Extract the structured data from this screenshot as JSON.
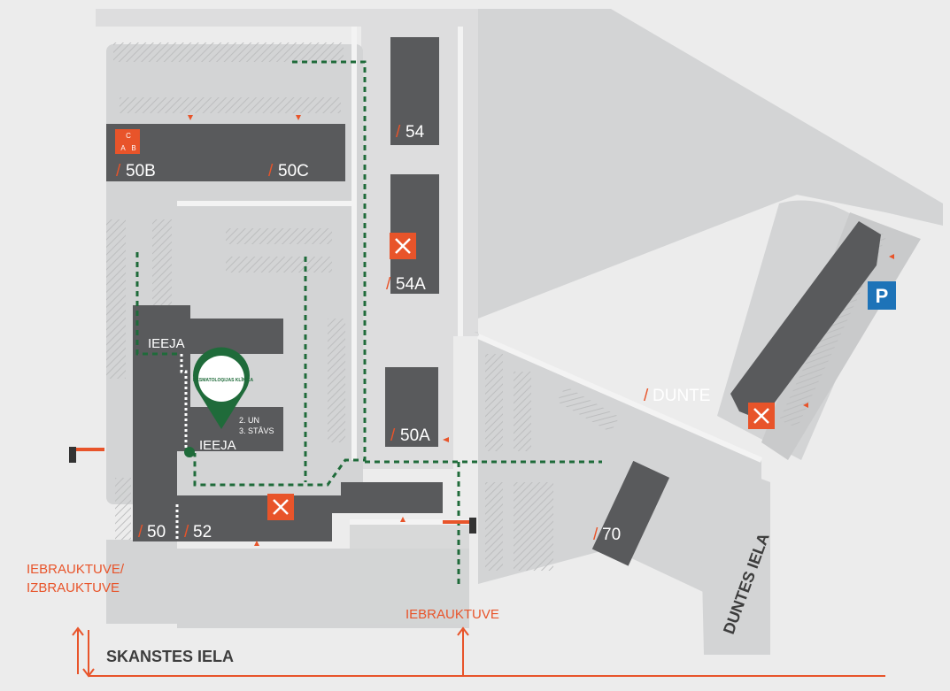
{
  "buildings": {
    "b50b": "50B",
    "b50c": "50C",
    "b54": "54",
    "b54a": "54A",
    "b50a": "50A",
    "b50": "50",
    "b52": "52",
    "b70": "70",
    "dunte": "DUNTE"
  },
  "entrances": {
    "upper": "IEEJA",
    "lower": "IEEJA"
  },
  "marker": {
    "logo_text": "DESMATOLOĢIJAS KLĪNIKA",
    "floor_line1": "2. UN",
    "floor_line2": "3. STĀVS"
  },
  "abc_icon": {
    "a": "A",
    "b": "B",
    "c": "C"
  },
  "parking": "P",
  "roads": {
    "skanstes": "SKANSTES IELA",
    "duntes": "DUNTES IELA",
    "in_out_line1": "IEBRAUKTUVE/",
    "in_out_line2": "IZBRAUKTUVE",
    "in_only": "IEBRAUKTUVE"
  },
  "icons": [
    "restaurant-icon",
    "kids-abc-icon",
    "parking-icon",
    "location-pin-icon",
    "barrier-icon",
    "arrow-icon"
  ],
  "colors": {
    "background": "#ececec",
    "lot": "#d3d4d5",
    "building": "#595a5c",
    "accent": "#e8542a",
    "path": "#1f6b3a",
    "parking_sign": "#1d73b8"
  }
}
